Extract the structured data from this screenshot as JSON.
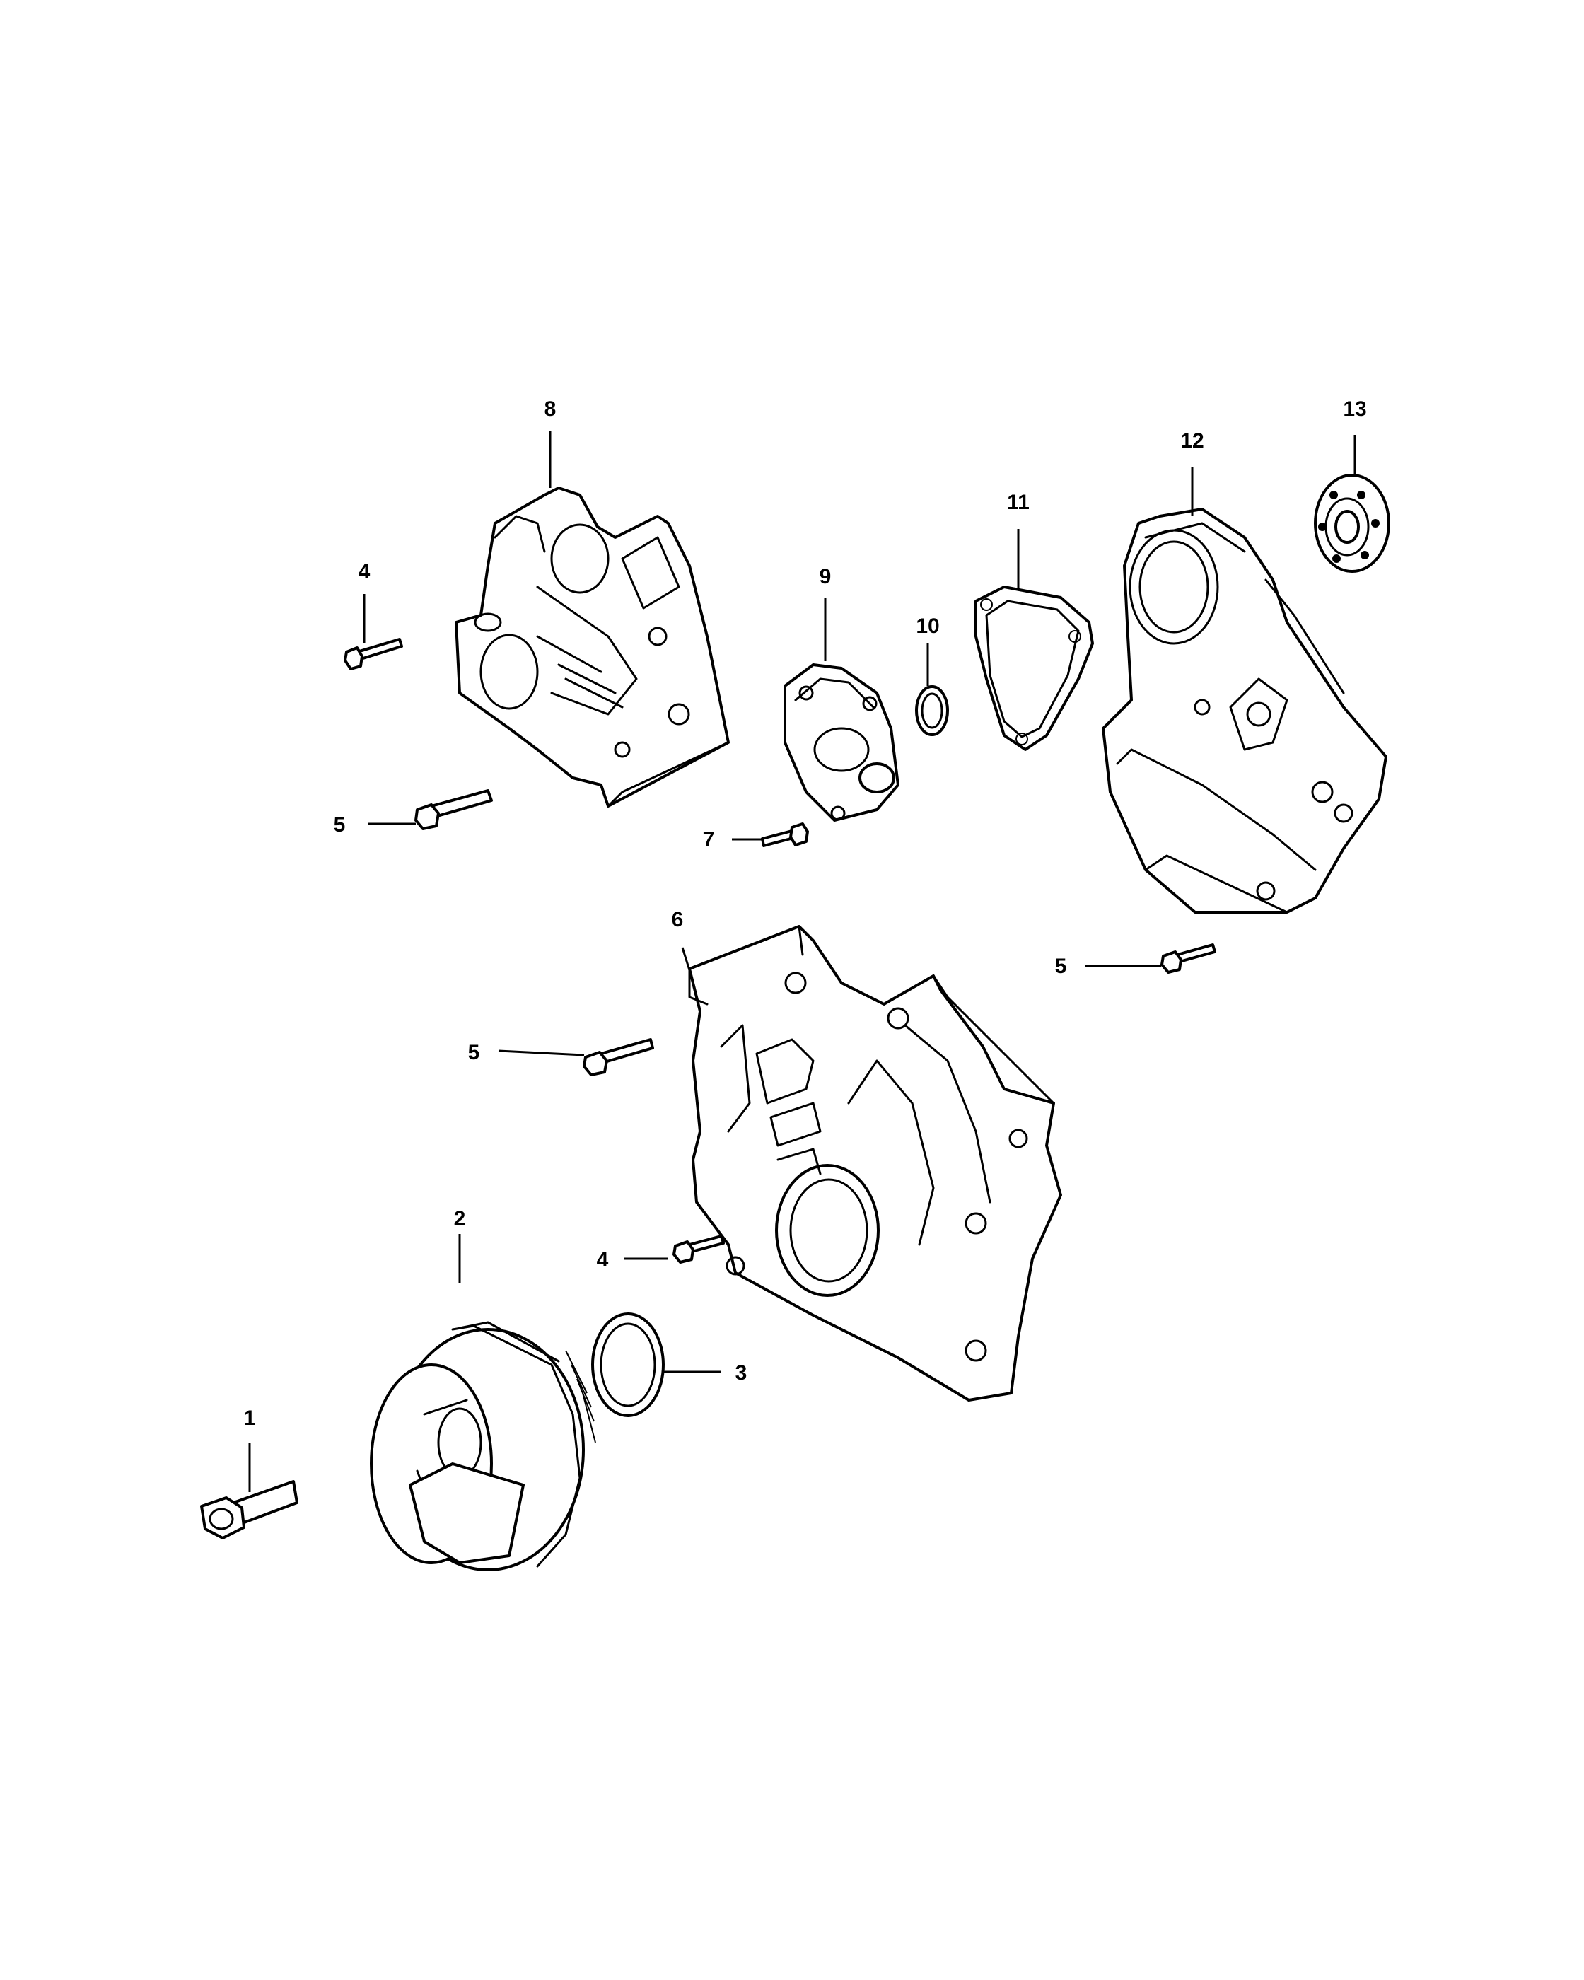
{
  "diagram": {
    "callouts": [
      {
        "id": "1",
        "label": "1"
      },
      {
        "id": "2",
        "label": "2"
      },
      {
        "id": "3",
        "label": "3"
      },
      {
        "id": "4a",
        "label": "4"
      },
      {
        "id": "4b",
        "label": "4"
      },
      {
        "id": "5a",
        "label": "5"
      },
      {
        "id": "5b",
        "label": "5"
      },
      {
        "id": "5c",
        "label": "5"
      },
      {
        "id": "6",
        "label": "6"
      },
      {
        "id": "7",
        "label": "7"
      },
      {
        "id": "8",
        "label": "8"
      },
      {
        "id": "9",
        "label": "9"
      },
      {
        "id": "10",
        "label": "10"
      },
      {
        "id": "11",
        "label": "11"
      },
      {
        "id": "12",
        "label": "12"
      },
      {
        "id": "13",
        "label": "13"
      }
    ]
  }
}
